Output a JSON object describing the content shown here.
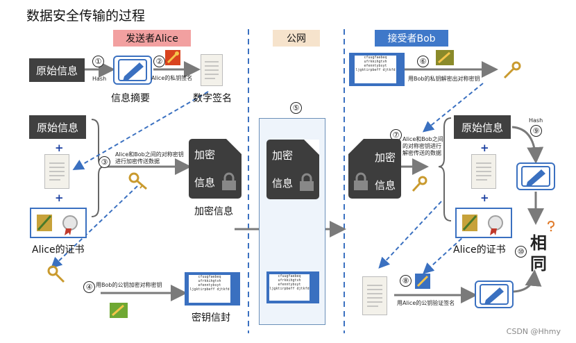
{
  "title": "数据安全传输的过程",
  "headers": {
    "sender": "发送者Alice",
    "public": "公网",
    "receiver": "接受者Bob"
  },
  "sender": {
    "original_info_1": "原始信息",
    "original_info_2": "原始信息",
    "hash": "Hash",
    "private_key_sign": "Alice的私钥签名",
    "digest": "信息摘要",
    "signature": "数字签名",
    "sym_key_encrypt": "Alice和Bob之间的对称密钥进行加密传送数据",
    "encrypted_info": "加密信息",
    "cert": "Alice的证书",
    "bob_pubkey_encrypt": "用Bob的公钥加密对称密钥",
    "key_envelope": "密钥信封",
    "enc_word": "加密",
    "info_word": "信息"
  },
  "public_net": {
    "enc_word": "加密",
    "info_word": "信息"
  },
  "receiver": {
    "bob_privkey_decrypt": "用Bob的私钥解密出对称密钥",
    "sym_decrypt": "Alice和Bob之间的对称密钥进行解密传送的数据",
    "original_info": "原始信息",
    "hash": "Hash",
    "cert": "Alice的证书",
    "alice_pubkey_verify": "用Alice的公钥验证签名",
    "same_1": "相",
    "same_2": "同",
    "enc_word": "加密",
    "info_word": "信息"
  },
  "hash_sample": "cfuugfaebeq ufrkkihgtvh efenntybsyt ljgktirpbeff djtkfd",
  "steps": [
    "①",
    "②",
    "③",
    "④",
    "⑤",
    "⑥",
    "⑦",
    "⑧",
    "⑨",
    "⑩"
  ],
  "plus": "+",
  "watermark": "CSDN @Hhmy",
  "colors": {
    "accent_blue": "#3a70c0",
    "dark": "#404040",
    "sender_hdr": "#f2a0a0",
    "public_hdr": "#f6e3cc"
  }
}
